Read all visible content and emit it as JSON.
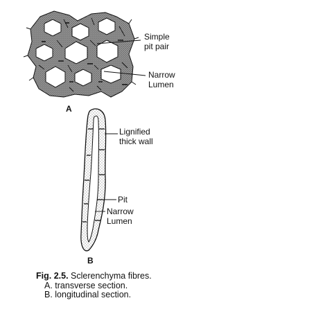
{
  "panel_a": {
    "letter": "A",
    "labels": {
      "simple_pit_pair": "Simple\npit pair",
      "narrow_lumen": "Narrow\nLumen"
    }
  },
  "panel_b": {
    "letter": "B",
    "labels": {
      "lignified_thick_wall": "Lignified\nthick wall",
      "pit": "Pit",
      "narrow_lumen": "Narrow\nLumen"
    }
  },
  "caption": {
    "fig_number": "Fig. 2.5.",
    "title": " Sclerenchyma fibres.",
    "line_a": "A. transverse section.",
    "line_b": "B. longitudinal section."
  },
  "colors": {
    "ink": "#111111",
    "wall_fill": "#8a8a8a",
    "stipple": "#555555"
  }
}
